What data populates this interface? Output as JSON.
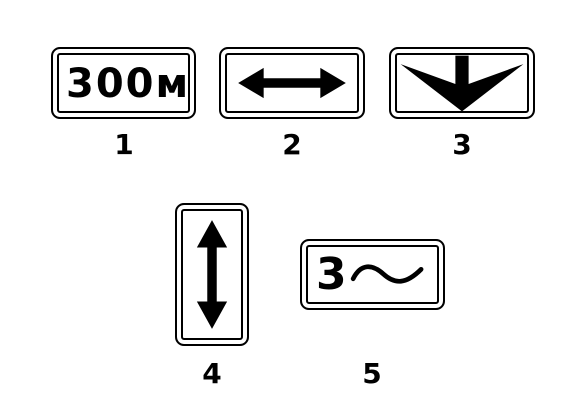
{
  "signs": [
    {
      "number": "1",
      "text": "300м",
      "icon": "distance-text"
    },
    {
      "number": "2",
      "icon": "double-arrow-horizontal-icon"
    },
    {
      "number": "3",
      "icon": "arrow-down-icon"
    },
    {
      "number": "4",
      "icon": "double-arrow-vertical-icon"
    },
    {
      "number": "5",
      "text": "3",
      "icon": "wavy-line-icon"
    }
  ],
  "colors": {
    "sign_background": "#ffffff",
    "symbol": "#000000"
  }
}
